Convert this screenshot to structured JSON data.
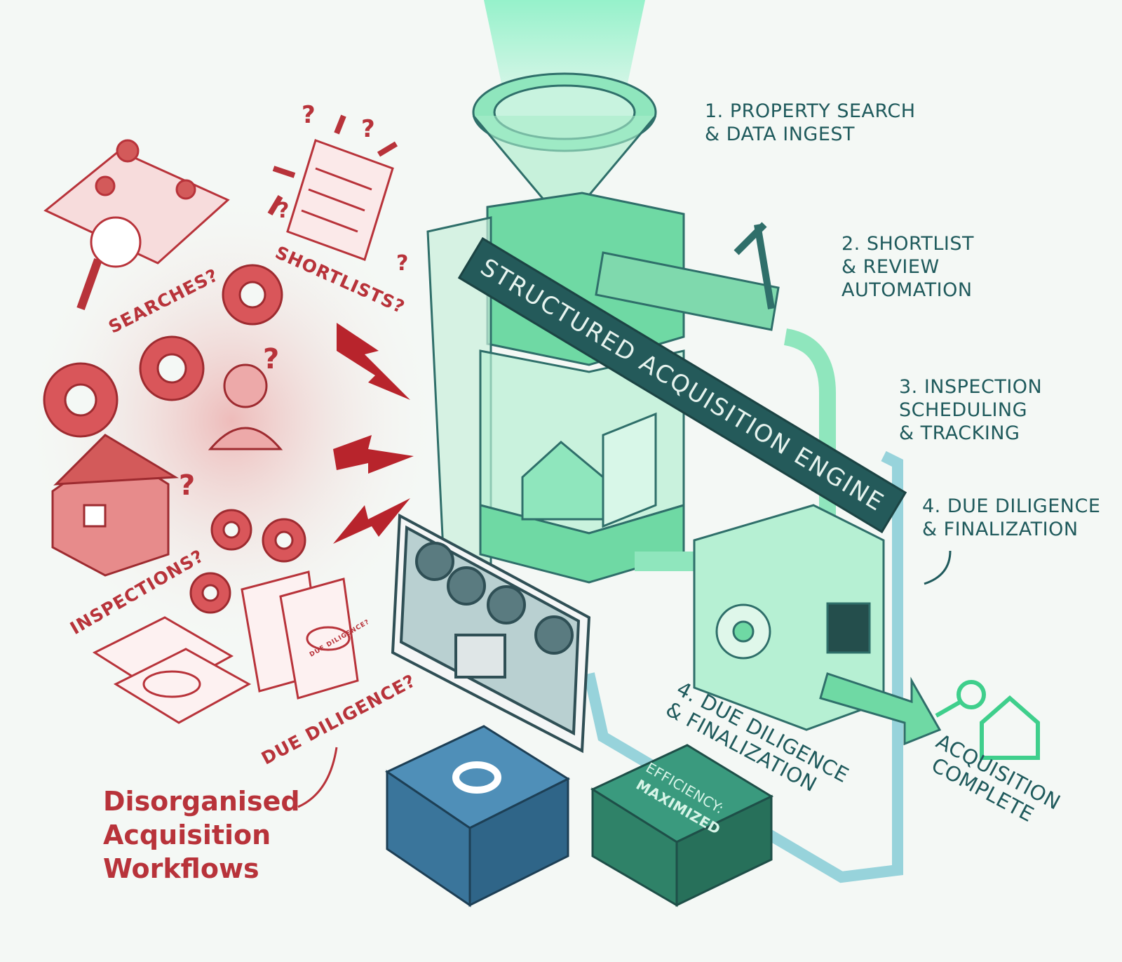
{
  "steps": {
    "step1": {
      "line1": "1. PROPERTY SEARCH",
      "line2": "& DATA INGEST"
    },
    "step2": {
      "line1": "2. SHORTLIST",
      "line2": "& REVIEW",
      "line3": "AUTOMATION"
    },
    "step3": {
      "line1": "3. INSPECTION",
      "line2": "SCHEDULING",
      "line3": "& TRACKING"
    },
    "step4": {
      "line1": "4. DUE DILIGENCE",
      "line2": "& FINALIZATION"
    },
    "step4_floor": {
      "line1": "4. DUE DILIGENCE",
      "line2": "& FINALIZATION"
    }
  },
  "engine": {
    "label": "STRUCTURED ACQUISITION ENGINE"
  },
  "outcome": {
    "line1": "ACQUISITION",
    "line2": "COMPLETE"
  },
  "efficiency_box": {
    "line1": "EFFICIENCY:",
    "line2": "MAXIMIZED"
  },
  "chaos": {
    "searches": "SEARCHES?",
    "shortlists": "SHORTLISTS?",
    "inspections": "INSPECTIONS?",
    "due_diligence": "DUE DILIGENCE?",
    "stamp": "DUE DILIGENCE?"
  },
  "caption": {
    "line1": "Disorganised",
    "line2": "Acquisition",
    "line3": "Workflows"
  },
  "colors": {
    "red": "#b8333a",
    "green": "#5fd39a",
    "teal": "#1f5a5c",
    "blue": "#3d7fa6"
  }
}
